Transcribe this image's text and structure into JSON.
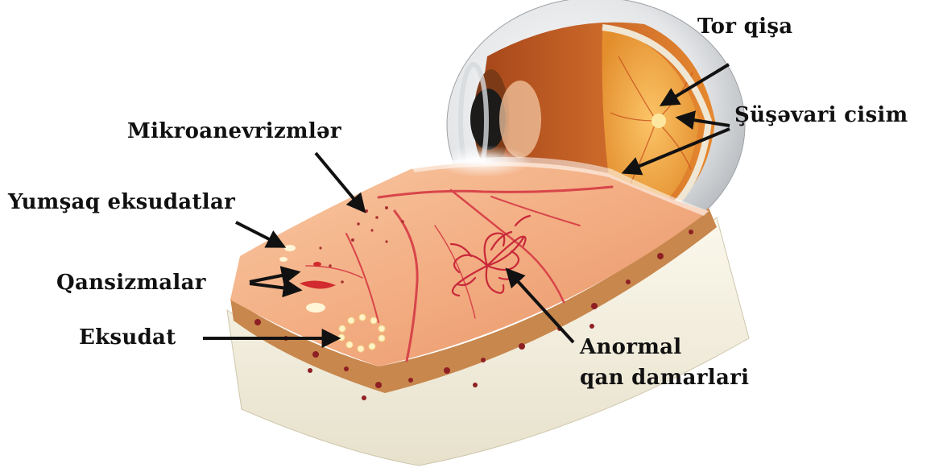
{
  "labels": {
    "tor_qisa": "Tor qişa",
    "susevari_cisim": "Şüşəvari cisim",
    "mikroanevrizmler": "Mikroanevrizmlər",
    "yumsaq_eksudatlar": "Yumşaq eksudatlar",
    "qansizmalar": "Qansizmalar",
    "eksudat": "Eksudat",
    "anormal_line1": "Anormal",
    "anormal_line2": "qan damarlari"
  },
  "colors": {
    "text": "#111111",
    "retina_tissue": "#f4b08a",
    "blood_vessel": "#d8454a",
    "sclera": "#f5f1e3",
    "iris": "#c35a1f"
  }
}
